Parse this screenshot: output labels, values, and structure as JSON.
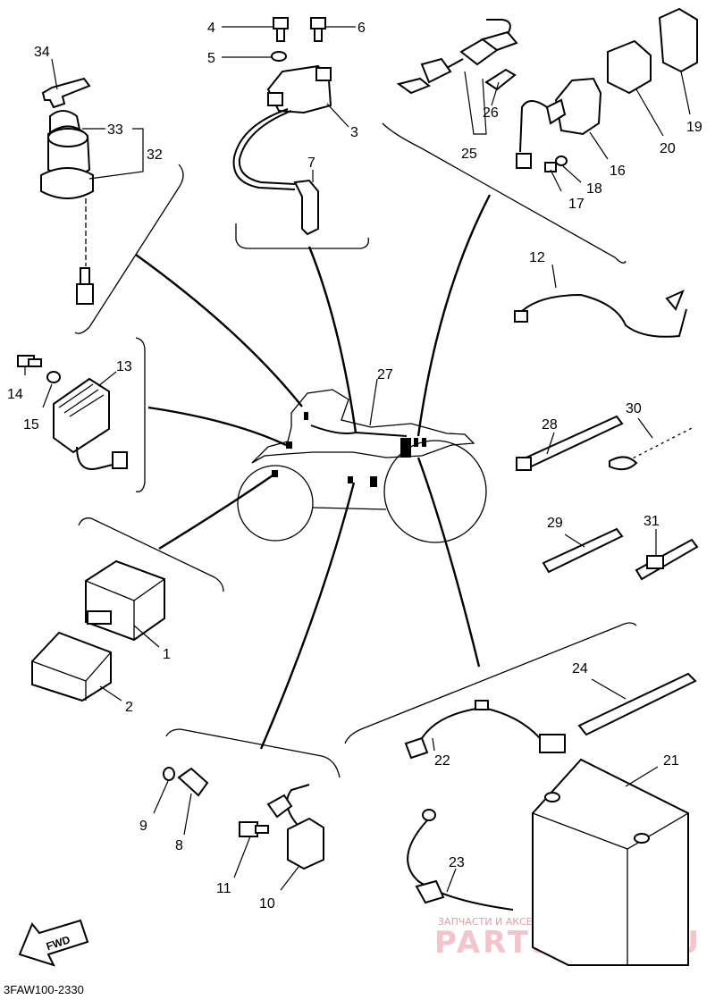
{
  "diagram_code": "3FAW100-2330",
  "fwd_label": "FWD",
  "watermark": {
    "line1": "ЗАПЧАСТИ И АКСЕССУАРЫ ДЛЯ МОТОТЕХНИКИ",
    "line2": "PARTSFOR.RU"
  },
  "callouts": {
    "p1": "1",
    "p2": "2",
    "p3": "3",
    "p4": "4",
    "p5": "5",
    "p6": "6",
    "p7": "7",
    "p8": "8",
    "p9": "9",
    "p10": "10",
    "p11": "11",
    "p12": "12",
    "p13": "13",
    "p14": "14",
    "p15": "15",
    "p16": "16",
    "p17": "17",
    "p18": "18",
    "p19": "19",
    "p20": "20",
    "p21": "21",
    "p22": "22",
    "p23": "23",
    "p24": "24",
    "p25": "25",
    "p26": "26",
    "p27": "27",
    "p28": "28",
    "p29": "29",
    "p30": "30",
    "p31": "31",
    "p32": "32",
    "p33": "33",
    "p34": "34"
  }
}
